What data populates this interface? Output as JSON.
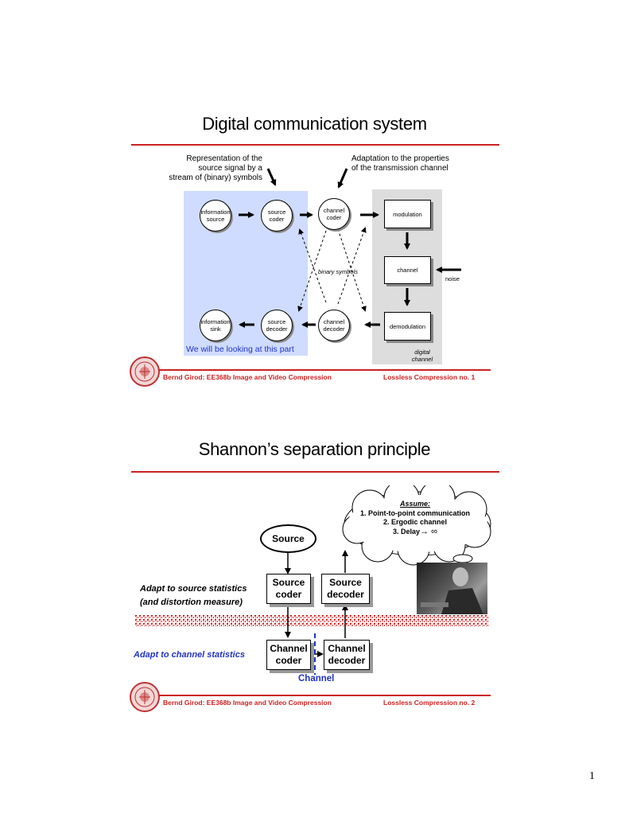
{
  "slide1": {
    "title": "Digital communication system",
    "annotation_left": [
      "Representation of the",
      "source signal by a",
      "stream of (binary) symbols"
    ],
    "annotation_right": [
      "Adaptation to the properties",
      "of the transmission channel"
    ],
    "nodes": {
      "information_source": [
        "information",
        "source"
      ],
      "source_coder": [
        "source",
        "coder"
      ],
      "channel_coder": [
        "channel",
        "coder"
      ],
      "modulation": "modulation",
      "channel": "channel",
      "noise": "noise",
      "demodulation": "demodulation",
      "channel_decoder": [
        "channel",
        "decoder"
      ],
      "source_decoder": [
        "source",
        "decoder"
      ],
      "information_sink": [
        "information",
        "sink"
      ]
    },
    "binary_symbols": "binary symbols",
    "focus_note": "We will be looking at this part",
    "digital_channel": [
      "digital",
      "channel"
    ],
    "colors": {
      "focus_bg": "#cfdcff",
      "channel_bg": "#dddddd",
      "accent": "#cc2222",
      "note": "#2233bb"
    },
    "footer_left": "Bernd Girod: EE368b Image and Video Compression",
    "footer_right": "Lossless Compression no. 1"
  },
  "slide2": {
    "title": "Shannon’s separation principle",
    "cloud": {
      "heading": "Assume:",
      "items": [
        "1. Point-to-point communication",
        "2. Ergodic channel",
        "3. Delay"
      ],
      "delay_symbol": "→ ∞"
    },
    "source": "Source",
    "source_coder": [
      "Source",
      "coder"
    ],
    "source_decoder": [
      "Source",
      "decoder"
    ],
    "channel_coder": [
      "Channel",
      "coder"
    ],
    "channel_decoder": [
      "Channel",
      "decoder"
    ],
    "adapt_source": [
      "Adapt to source statistics",
      "(and distortion measure)"
    ],
    "adapt_channel": "Adapt to channel statistics",
    "channel_label": "Channel",
    "footer_left": "Bernd Girod: EE368b Image and Video Compression",
    "footer_right": "Lossless Compression no. 2"
  },
  "page_number": "1"
}
